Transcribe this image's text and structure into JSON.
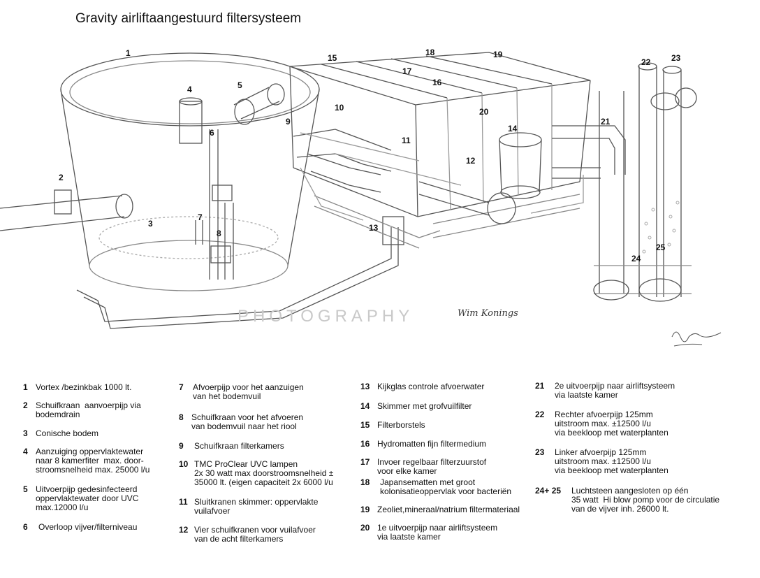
{
  "title": "Gravity airliftaangestuurd filtersysteem",
  "watermark": "PHOTOGRAPHY",
  "signature": "Wim Konings",
  "callouts": [
    "1",
    "2",
    "3",
    "4",
    "5",
    "6",
    "7",
    "8",
    "9",
    "10",
    "11",
    "12",
    "13",
    "14",
    "15",
    "16",
    "17",
    "18",
    "19",
    "20",
    "21",
    "22",
    "23",
    "24",
    "25"
  ],
  "legend": [
    {
      "num": "1",
      "text": "Vortex /bezinkbak 1000 lt."
    },
    {
      "num": "2",
      "text": "Schuifkraan  aanvoerpijp via\nbodemdrain"
    },
    {
      "num": "3",
      "text": "Conische bodem"
    },
    {
      "num": "4",
      "text": "Aanzuiging oppervlaktewater\nnaar 8 kamerfiter  max. door-\nstroomsnelheid max. 25000 l/u"
    },
    {
      "num": "5",
      "text": "Uitvoerpijp gedesinfecteerd\noppervlaktewater door UVC\nmax.12000 l/u"
    },
    {
      "num": "6",
      "text": "Overloop vijver/filterniveau"
    },
    {
      "num": "7",
      "text": "Afvoerpijp voor het aanzuigen\nvan het bodemvuil"
    },
    {
      "num": "8",
      "text": "Schuifkraan voor het afvoeren\nvan bodemvuil naar het riool"
    },
    {
      "num": "9",
      "text": "Schuifkraan filterkamers"
    },
    {
      "num": "10",
      "text": "TMC ProClear UVC lampen\n2x 30 watt max doorstroomsnelheid ±\n35000 lt. (eigen capaciteit 2x 6000 l/u"
    },
    {
      "num": "11",
      "text": "Sluitkranen skimmer: oppervlakte\nvuilafvoer"
    },
    {
      "num": "12",
      "text": "Vier schuifkranen voor vuilafvoer\nvan de acht filterkamers"
    },
    {
      "num": "13",
      "text": "Kijkglas controle afvoerwater"
    },
    {
      "num": "14",
      "text": "Skimmer met grofvuilfilter"
    },
    {
      "num": "15",
      "text": "Filterborstels"
    },
    {
      "num": "16",
      "text": "Hydromatten fijn filtermedium"
    },
    {
      "num": "17",
      "text": "Invoer regelbaar filterzuurstof\nvoor elke kamer"
    },
    {
      "num": "18",
      "text": "Japansematten met groot\nkolonisatieoppervlak voor bacteriën"
    },
    {
      "num": "19",
      "text": "Zeoliet,mineraal/natrium filtermateriaal"
    },
    {
      "num": "20",
      "text": "1e uitvoerpijp naar airliftsysteem\nvia laatste kamer"
    },
    {
      "num": "21",
      "text": "2e uitvoerpijp naar airliftsysteem\nvia laatste kamer"
    },
    {
      "num": "22",
      "text": "Rechter afvoerpijp 125mm\nuitstroom max. ±12500 l/u\nvia beekloop met waterplanten"
    },
    {
      "num": "23",
      "text": "Linker afvoerpijp 125mm\nuitstroom max. ±12500 l/u\nvia beekloop met waterplanten"
    },
    {
      "num": "24+ 25",
      "text": "Luchtsteen aangesloten op één\n35 watt  Hi blow pomp voor de circulatie\nvan de vijver inh. 26000 lt."
    }
  ]
}
